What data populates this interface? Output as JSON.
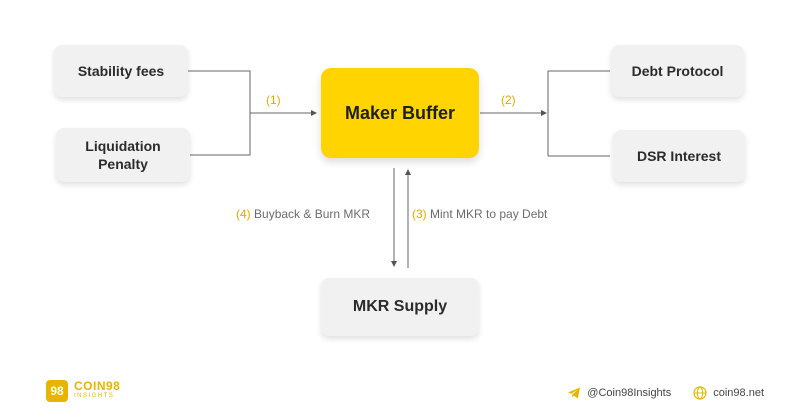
{
  "nodes": {
    "stability_fees": "Stability fees",
    "liquidation_penalty": "Liquidation Penalty",
    "maker_buffer": "Maker Buffer",
    "debt_protocol": "Debt Protocol",
    "dsr_interest": "DSR Interest",
    "mkr_supply": "MKR Supply"
  },
  "edges": {
    "e1": {
      "num": "(1)"
    },
    "e2": {
      "num": "(2)"
    },
    "e3": {
      "num": "(3)",
      "text": "Mint MKR to pay Debt"
    },
    "e4": {
      "num": "(4)",
      "text": "Buyback & Burn MKR"
    }
  },
  "footer": {
    "logo_mark": "98",
    "logo_main": "COIN98",
    "logo_sub": "INSIGHTS",
    "telegram_handle": "@Coin98Insights",
    "website": "coin98.net"
  },
  "colors": {
    "accent": "#ffd400",
    "node_bg": "#f1f1f1",
    "number_label": "#e6a800"
  }
}
